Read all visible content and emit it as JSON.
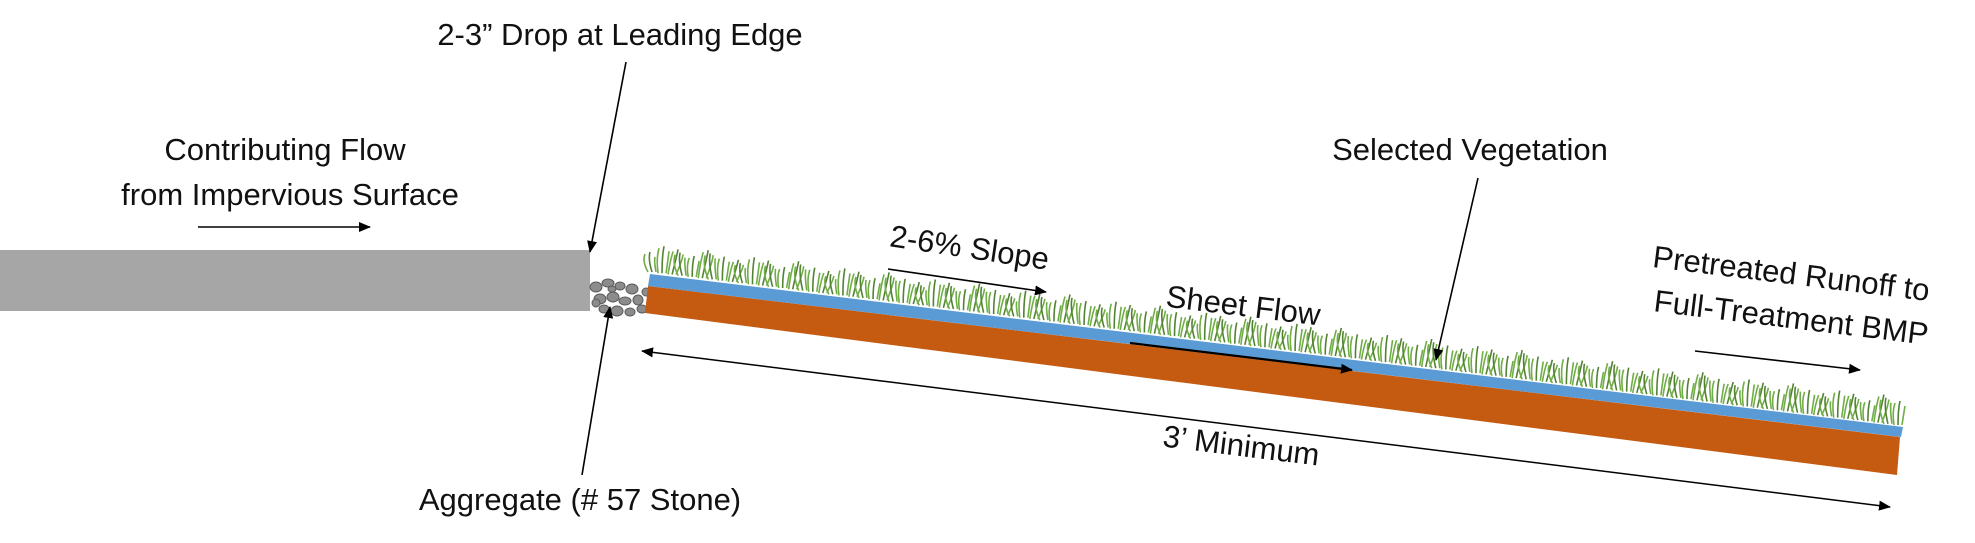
{
  "labels": {
    "drop": "2-3” Drop at Leading Edge",
    "flow_line1": "Contributing Flow",
    "flow_line2": "from Impervious Surface",
    "vegetation": "Selected Vegetation",
    "slope": "2-6% Slope",
    "sheet_flow": "Sheet Flow",
    "runoff_line1": "Pretreated Runoff to",
    "runoff_line2": "Full-Treatment BMP",
    "minimum": "3’ Minimum",
    "aggregate": "Aggregate (# 57 Stone)"
  },
  "colors": {
    "pavement": "#a6a6a6",
    "soil": "#c55a11",
    "water": "#5b9bd5",
    "grass": "#70ad47",
    "grass_dark": "#548235",
    "stone": "#8c8c8c",
    "stone_edge": "#5a5a5a",
    "arrow": "#000000"
  }
}
